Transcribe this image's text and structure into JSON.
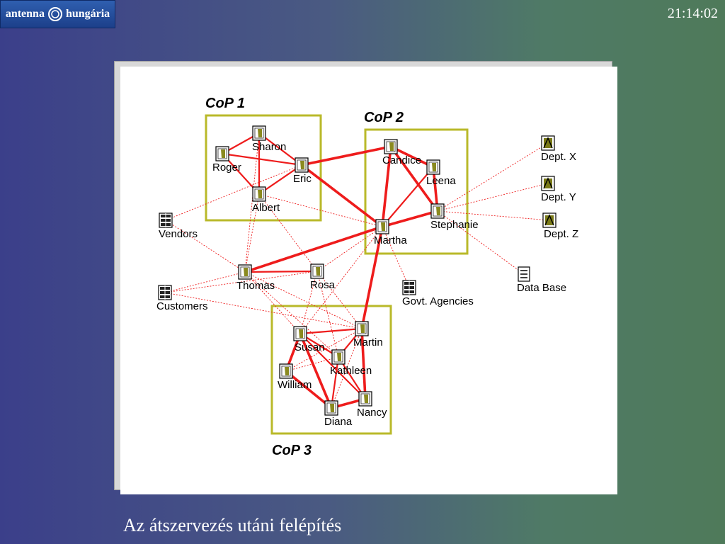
{
  "header": {
    "logo_text_left": "antenna",
    "logo_text_right": "hungária",
    "clock": "21:14:02"
  },
  "caption": "Az átszervezés utáni felépítés",
  "colors": {
    "link": "#ee1c1c",
    "group_border": "#b9b92a"
  },
  "groups": [
    {
      "id": "g1",
      "label": "CoP 1"
    },
    {
      "id": "g2",
      "label": "CoP 2"
    },
    {
      "id": "g3",
      "label": "CoP 3"
    }
  ],
  "nodes": [
    {
      "id": "sharon",
      "label": "Sharon",
      "icon": "person-icon"
    },
    {
      "id": "roger",
      "label": "Roger",
      "icon": "person-icon"
    },
    {
      "id": "eric",
      "label": "Eric",
      "icon": "person-icon"
    },
    {
      "id": "albert",
      "label": "Albert",
      "icon": "person-icon"
    },
    {
      "id": "candice",
      "label": "Candice",
      "icon": "person-icon"
    },
    {
      "id": "leena",
      "label": "Leena",
      "icon": "person-icon"
    },
    {
      "id": "stephanie",
      "label": "Stephanie",
      "icon": "person-icon"
    },
    {
      "id": "martha",
      "label": "Martha",
      "icon": "person-icon"
    },
    {
      "id": "vendors",
      "label": "Vendors",
      "icon": "building-icon"
    },
    {
      "id": "thomas",
      "label": "Thomas",
      "icon": "person-icon"
    },
    {
      "id": "rosa",
      "label": "Rosa",
      "icon": "person-icon"
    },
    {
      "id": "customers",
      "label": "Customers",
      "icon": "building-icon"
    },
    {
      "id": "govt",
      "label": "Govt. Agencies",
      "icon": "building-icon"
    },
    {
      "id": "deptx",
      "label": "Dept. X",
      "icon": "department-icon"
    },
    {
      "id": "depty",
      "label": "Dept. Y",
      "icon": "department-icon"
    },
    {
      "id": "deptz",
      "label": "Dept. Z",
      "icon": "department-icon"
    },
    {
      "id": "database",
      "label": "Data Base",
      "icon": "database-icon"
    },
    {
      "id": "susan",
      "label": "Susan",
      "icon": "person-icon"
    },
    {
      "id": "martin",
      "label": "Martin",
      "icon": "person-icon"
    },
    {
      "id": "kathleen",
      "label": "Kathleen",
      "icon": "person-icon"
    },
    {
      "id": "william",
      "label": "William",
      "icon": "person-icon"
    },
    {
      "id": "diana",
      "label": "Diana",
      "icon": "person-icon"
    },
    {
      "id": "nancy",
      "label": "Nancy",
      "icon": "person-icon"
    }
  ],
  "edges": [
    [
      "sharon",
      "roger",
      2
    ],
    [
      "sharon",
      "eric",
      2
    ],
    [
      "sharon",
      "albert",
      2
    ],
    [
      "roger",
      "eric",
      2
    ],
    [
      "roger",
      "albert",
      2
    ],
    [
      "albert",
      "eric",
      2
    ],
    [
      "eric",
      "candice",
      3
    ],
    [
      "eric",
      "martha",
      3
    ],
    [
      "albert",
      "martha",
      1
    ],
    [
      "candice",
      "leena",
      3
    ],
    [
      "candice",
      "stephanie",
      3
    ],
    [
      "candice",
      "martha",
      3
    ],
    [
      "leena",
      "martha",
      2
    ],
    [
      "leena",
      "stephanie",
      3
    ],
    [
      "stephanie",
      "martha",
      3
    ],
    [
      "martha",
      "thomas",
      3
    ],
    [
      "martha",
      "martin",
      3
    ],
    [
      "martha",
      "rosa",
      1
    ],
    [
      "martha",
      "govt",
      1
    ],
    [
      "martha",
      "susan",
      1
    ],
    [
      "stephanie",
      "deptx",
      1
    ],
    [
      "stephanie",
      "depty",
      1
    ],
    [
      "stephanie",
      "deptz",
      1
    ],
    [
      "stephanie",
      "database",
      1
    ],
    [
      "vendors",
      "eric",
      1
    ],
    [
      "vendors",
      "thomas",
      1
    ],
    [
      "customers",
      "thomas",
      1
    ],
    [
      "customers",
      "rosa",
      1
    ],
    [
      "customers",
      "martin",
      1
    ],
    [
      "thomas",
      "rosa",
      2
    ],
    [
      "thomas",
      "albert",
      1
    ],
    [
      "thomas",
      "sharon",
      1
    ],
    [
      "thomas",
      "martin",
      1
    ],
    [
      "thomas",
      "susan",
      1
    ],
    [
      "thomas",
      "kathleen",
      1
    ],
    [
      "rosa",
      "susan",
      1
    ],
    [
      "rosa",
      "martin",
      1
    ],
    [
      "rosa",
      "kathleen",
      1
    ],
    [
      "rosa",
      "albert",
      1
    ],
    [
      "susan",
      "martin",
      2
    ],
    [
      "susan",
      "kathleen",
      2
    ],
    [
      "susan",
      "william",
      3
    ],
    [
      "susan",
      "diana",
      3
    ],
    [
      "susan",
      "nancy",
      2
    ],
    [
      "martin",
      "kathleen",
      2
    ],
    [
      "martin",
      "nancy",
      3
    ],
    [
      "martin",
      "diana",
      1
    ],
    [
      "martin",
      "william",
      1
    ],
    [
      "kathleen",
      "diana",
      2
    ],
    [
      "kathleen",
      "nancy",
      2
    ],
    [
      "kathleen",
      "william",
      1
    ],
    [
      "william",
      "diana",
      3
    ],
    [
      "diana",
      "nancy",
      3
    ]
  ]
}
